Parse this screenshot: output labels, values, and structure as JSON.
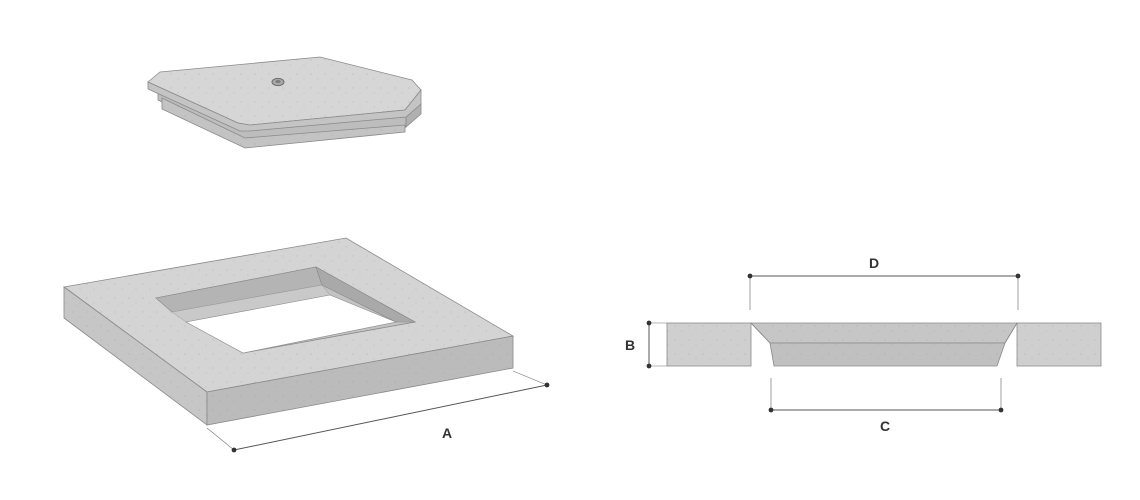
{
  "dimensions": {
    "a": "A",
    "b": "B",
    "c": "C",
    "d": "D"
  },
  "colors": {
    "concrete_top": "#d4d4d4",
    "concrete_side_light": "#c9c9c9",
    "concrete_side_dark": "#b3b3b3",
    "edge_line": "#8a8a8a",
    "dimension_line": "#555555",
    "label": "#333333"
  }
}
